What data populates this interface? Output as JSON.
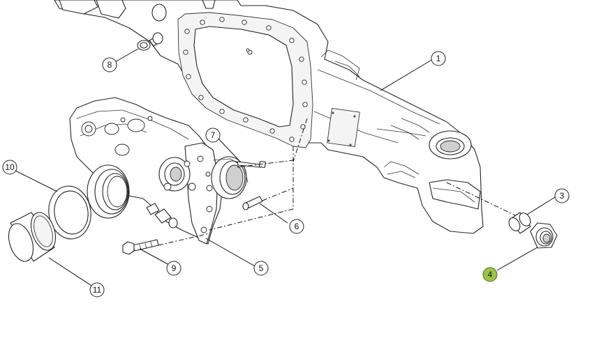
{
  "colors": {
    "line": "#222222",
    "background": "#ffffff",
    "highlight_callout": "#9dc24a"
  },
  "callouts": [
    {
      "id": "1",
      "label": "1"
    },
    {
      "id": "3",
      "label": "3"
    },
    {
      "id": "4",
      "label": "4",
      "highlighted": true
    },
    {
      "id": "5",
      "label": "5"
    },
    {
      "id": "6",
      "label": "6"
    },
    {
      "id": "7",
      "label": "7"
    },
    {
      "id": "8",
      "label": "8"
    },
    {
      "id": "9",
      "label": "9"
    },
    {
      "id": "10",
      "label": "10"
    },
    {
      "id": "11",
      "label": "11"
    }
  ]
}
